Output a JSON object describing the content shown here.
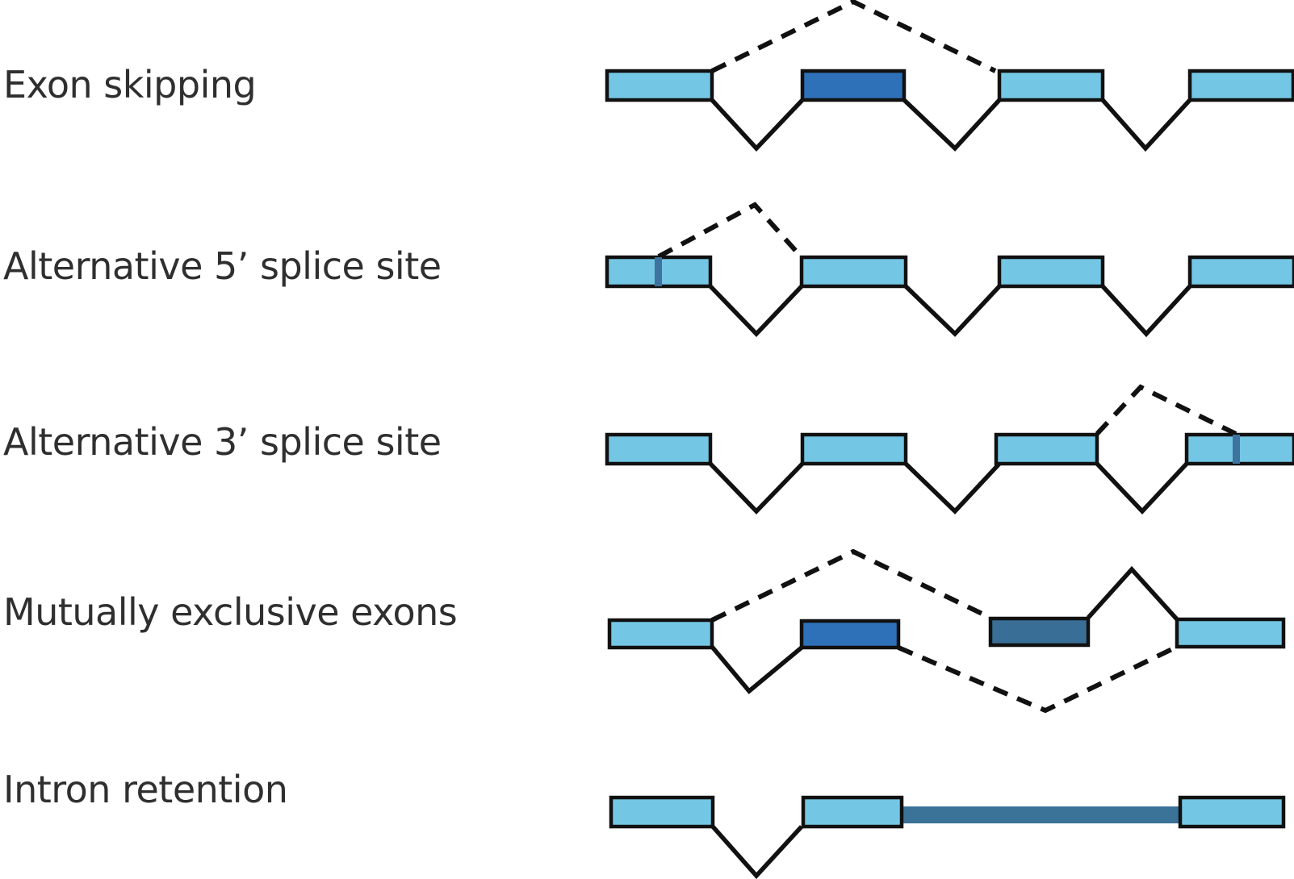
{
  "rows": [
    {
      "id": "exon-skipping",
      "label": "Exon skipping"
    },
    {
      "id": "alt-5-splice-site",
      "label": "Alternative 5’ splice site"
    },
    {
      "id": "alt-3-splice-site",
      "label": "Alternative 3’ splice site"
    },
    {
      "id": "mutually-exclusive-exons",
      "label": "Mutually exclusive exons"
    },
    {
      "id": "intron-retention",
      "label": "Intron retention"
    }
  ],
  "colors": {
    "exon_light": "#74C7E4",
    "exon_dark": "#2E71B8",
    "exon_steel": "#396F96",
    "retained_intron": "#3A7298",
    "splice_site_mark": "#3D739E",
    "line": "#111111",
    "label_text": "#2F2F2F",
    "background": "#FFFFFF"
  }
}
